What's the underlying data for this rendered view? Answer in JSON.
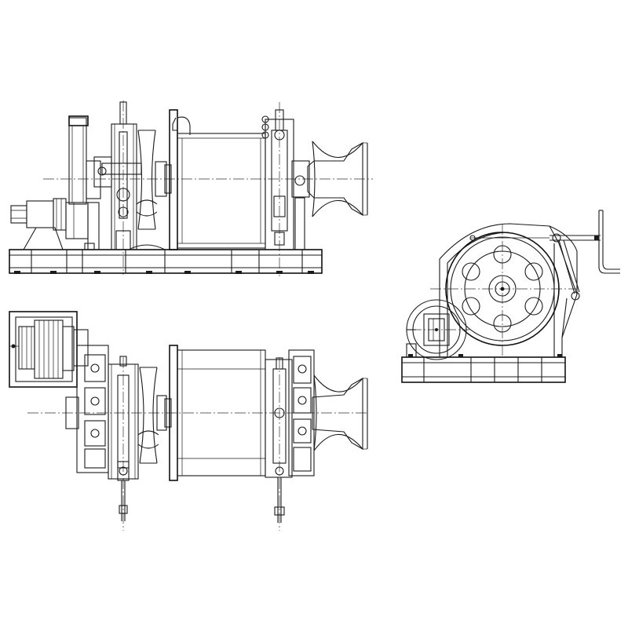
{
  "drawing": {
    "views": [
      {
        "id": "front-view"
      },
      {
        "id": "top-view"
      },
      {
        "id": "side-view"
      }
    ],
    "line_color": "#1a1a1a",
    "background": "#ffffff"
  }
}
